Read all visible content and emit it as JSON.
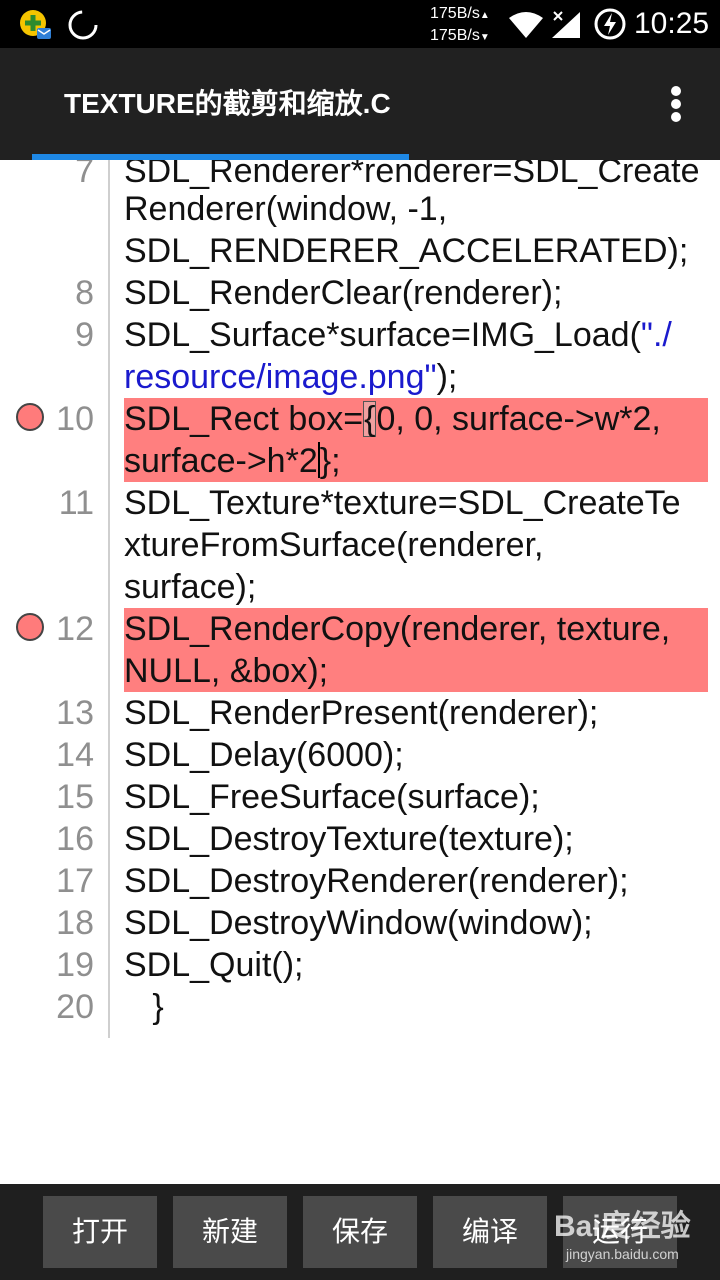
{
  "status_bar": {
    "net_speed_up": "175B/s",
    "net_speed_down": "175B/s",
    "time": "10:25",
    "icons": [
      "app-notification-icon",
      "sync-spinner-icon",
      "wifi-icon",
      "cell-signal-icon",
      "battery-charging-icon"
    ]
  },
  "app_bar": {
    "title": "TEXTURE的截剪和缩放.C",
    "menu_icon": "overflow-menu-icon"
  },
  "editor": {
    "lines": [
      {
        "num": "7",
        "text": "SDL_Renderer*renderer=SDL_Create"
      },
      {
        "num": "",
        "text": "Renderer(window, -1,"
      },
      {
        "num": "",
        "text": "SDL_RENDERER_ACCELERATED);"
      },
      {
        "num": "8",
        "text": "SDL_RenderClear(renderer);"
      },
      {
        "num": "9",
        "pre": "SDL_Surface*surface=IMG_Load(",
        "str": "\"./"
      },
      {
        "num": "",
        "str": "resource/image.png\"",
        "post": ");"
      },
      {
        "num": "10",
        "pre": "SDL_Rect box=",
        "bracket": "{",
        "post": "0, 0, surface->w*2,"
      },
      {
        "num": "",
        "pre": "surface->h*2",
        "post": "};"
      },
      {
        "num": "11",
        "text": "SDL_Texture*texture=SDL_CreateTe"
      },
      {
        "num": "",
        "text": "xtureFromSurface(renderer,"
      },
      {
        "num": "",
        "text": "surface);"
      },
      {
        "num": "12",
        "text": "SDL_RenderCopy(renderer, texture,"
      },
      {
        "num": "",
        "text": "NULL, &box);"
      },
      {
        "num": "13",
        "text": "SDL_RenderPresent(renderer);"
      },
      {
        "num": "14",
        "text": "SDL_Delay(6000);"
      },
      {
        "num": "15",
        "text": "SDL_FreeSurface(surface);"
      },
      {
        "num": "16",
        "text": "SDL_DestroyTexture(texture);"
      },
      {
        "num": "17",
        "text": "SDL_DestroyRenderer(renderer);"
      },
      {
        "num": "18",
        "text": "SDL_DestroyWindow(window);"
      },
      {
        "num": "19",
        "text": "SDL_Quit();"
      },
      {
        "num": "20",
        "text": "   }"
      }
    ],
    "breakpoints": [
      "10",
      "12"
    ],
    "colors": {
      "highlight": "#ff7f7f",
      "string": "#1a1acd",
      "line_number": "#8f8f8f"
    }
  },
  "toolbar": {
    "open": "打开",
    "new": "新建",
    "save": "保存",
    "compile": "编译",
    "run": "运行"
  },
  "watermark": {
    "brand": "Bai度经验",
    "url": "jingyan.baidu.com"
  }
}
